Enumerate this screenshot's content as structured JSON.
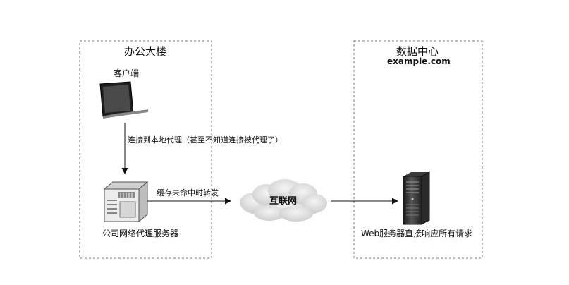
{
  "office": {
    "title": "办公大楼",
    "client_label": "客户端",
    "proxy_label": "公司网络代理服务器"
  },
  "datacenter": {
    "title": "数据中心",
    "domain": "example.com",
    "server_label": "Web服务器直接响应所有请求"
  },
  "internet": {
    "label": "互联网"
  },
  "edges": {
    "client_to_proxy": "连接到本地代理（甚至不知道连接被代理了）",
    "proxy_to_internet": "缓存未命中时转发"
  },
  "colors": {
    "frame": "#777777",
    "arrow": "#111111",
    "cloud": "#d9d9d9",
    "device_dark": "#2b2b2b",
    "device_light": "#e6e6e6"
  }
}
